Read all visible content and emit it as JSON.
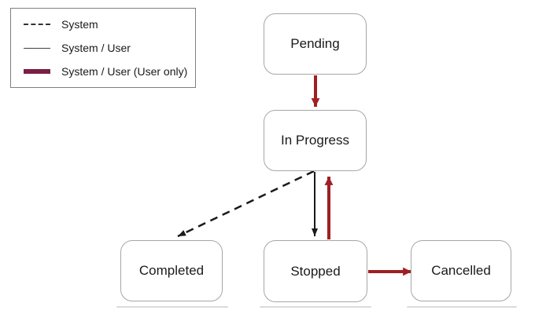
{
  "colors": {
    "arrow_red": "#9E2023",
    "legend_maroon": "#7A1F44",
    "box_border": "#A6A6A6",
    "legend_border": "#7F7F7F",
    "line_black": "#1A1A1A",
    "text": "#1A1A1A",
    "background": "#FFFFFF"
  },
  "legend": {
    "items": [
      {
        "label": "System",
        "line_style": "dashed",
        "color": "#1A1A1A"
      },
      {
        "label": "System / User",
        "line_style": "solid",
        "color": "#1A1A1A"
      },
      {
        "label": "System / User (User only)",
        "line_style": "thick",
        "color": "#7A1F44"
      }
    ]
  },
  "states": [
    {
      "label": "Pending"
    },
    {
      "label": "In Progress"
    },
    {
      "label": "Completed"
    },
    {
      "label": "Stopped"
    },
    {
      "label": "Cancelled"
    }
  ],
  "transitions": [
    {
      "from": "Pending",
      "to": "In Progress",
      "line_style": "thick",
      "color": "#9E2023"
    },
    {
      "from": "In Progress",
      "to": "Completed",
      "line_style": "dashed",
      "color": "#1A1A1A"
    },
    {
      "from": "In Progress",
      "to": "Stopped",
      "line_style": "solid",
      "color": "#1A1A1A"
    },
    {
      "from": "Stopped",
      "to": "In Progress",
      "line_style": "thick",
      "color": "#9E2023"
    },
    {
      "from": "Stopped",
      "to": "Cancelled",
      "line_style": "thick",
      "color": "#9E2023"
    }
  ]
}
